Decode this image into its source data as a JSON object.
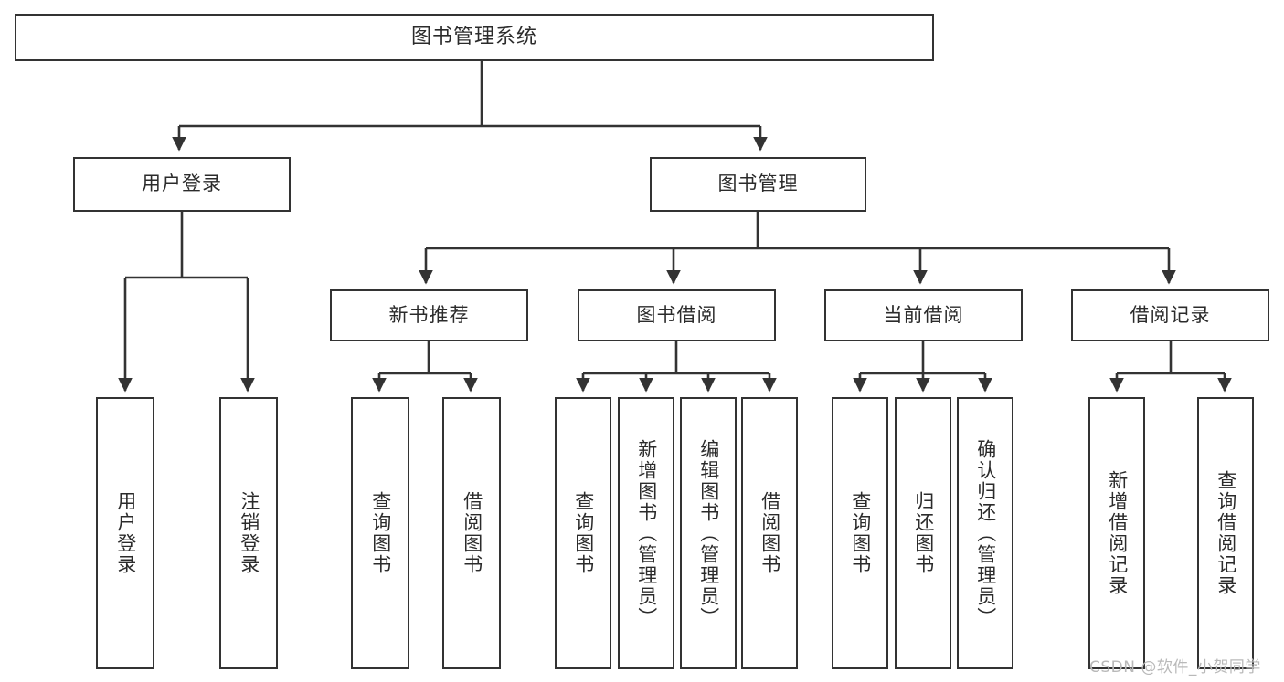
{
  "diagram": {
    "title": "图书管理系统",
    "type": "function-structure-tree",
    "watermark": "CSDN @软件_小贺同学",
    "colors": {
      "box_border": "#333333",
      "box_fill": "#ffffff",
      "text": "#2b2b2b",
      "connector": "#333333",
      "watermark": "#b9b9b9",
      "background": "#ffffff"
    }
  },
  "nodes": {
    "root": {
      "label": "图书管理系统"
    },
    "level2": [
      {
        "id": "user-login",
        "label": "用户登录"
      },
      {
        "id": "book-management",
        "label": "图书管理"
      }
    ],
    "level3": [
      {
        "id": "new-book-recommend",
        "label": "新书推荐"
      },
      {
        "id": "book-borrow",
        "label": "图书借阅"
      },
      {
        "id": "current-borrow",
        "label": "当前借阅"
      },
      {
        "id": "borrow-record",
        "label": "借阅记录"
      }
    ],
    "leaves": {
      "user_login": [
        {
          "id": "leaf-user-login",
          "label": "用户登录"
        },
        {
          "id": "leaf-logout-login",
          "label": "注销登录"
        }
      ],
      "new_book_recommend": [
        {
          "id": "leaf-query-book-1",
          "label": "查询图书"
        },
        {
          "id": "leaf-borrow-book-1",
          "label": "借阅图书"
        }
      ],
      "book_borrow": [
        {
          "id": "leaf-query-book-2",
          "label": "查询图书"
        },
        {
          "id": "leaf-add-book",
          "label": "新增图书（管理员）"
        },
        {
          "id": "leaf-edit-book",
          "label": "编辑图书（管理员）"
        },
        {
          "id": "leaf-borrow-book-2",
          "label": "借阅图书"
        }
      ],
      "current_borrow": [
        {
          "id": "leaf-query-book-3",
          "label": "查询图书"
        },
        {
          "id": "leaf-return-book",
          "label": "归还图书"
        },
        {
          "id": "leaf-confirm-return",
          "label": "确认归还（管理员）"
        }
      ],
      "borrow_record": [
        {
          "id": "leaf-add-record",
          "label": "新增借阅记录"
        },
        {
          "id": "leaf-query-record",
          "label": "查询借阅记录"
        }
      ]
    }
  }
}
